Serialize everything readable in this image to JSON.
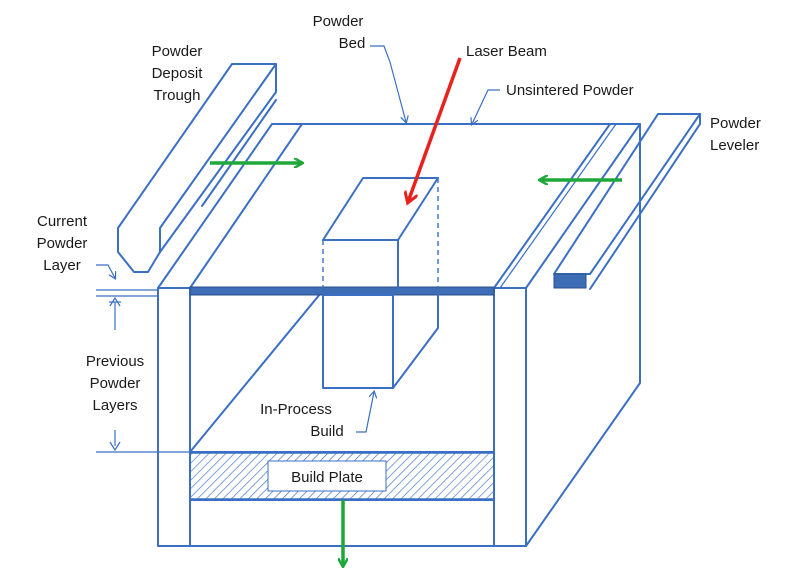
{
  "labels": {
    "powder_bed_line1": "Powder",
    "powder_bed_line2": "Bed",
    "laser_beam": "Laser Beam",
    "unsintered_powder": "Unsintered Powder",
    "deposit_trough_line1": "Powder",
    "deposit_trough_line2": "Deposit",
    "deposit_trough_line3": "Trough",
    "leveler_line1": "Powder",
    "leveler_line2": "Leveler",
    "current_layer_line1": "Current",
    "current_layer_line2": "Powder",
    "current_layer_line3": "Layer",
    "previous_layers_line1": "Previous",
    "previous_layers_line2": "Powder",
    "previous_layers_line3": "Layers",
    "in_process_build_line1": "In-Process",
    "in_process_build_line2": "Build",
    "build_plate": "Build Plate"
  },
  "colors": {
    "outline": "#3a6fc4",
    "layer_fill": "#3d6db5",
    "laser": "#e8221c",
    "motion_arrow": "#1fa83a",
    "text": "#1a1a1a"
  }
}
